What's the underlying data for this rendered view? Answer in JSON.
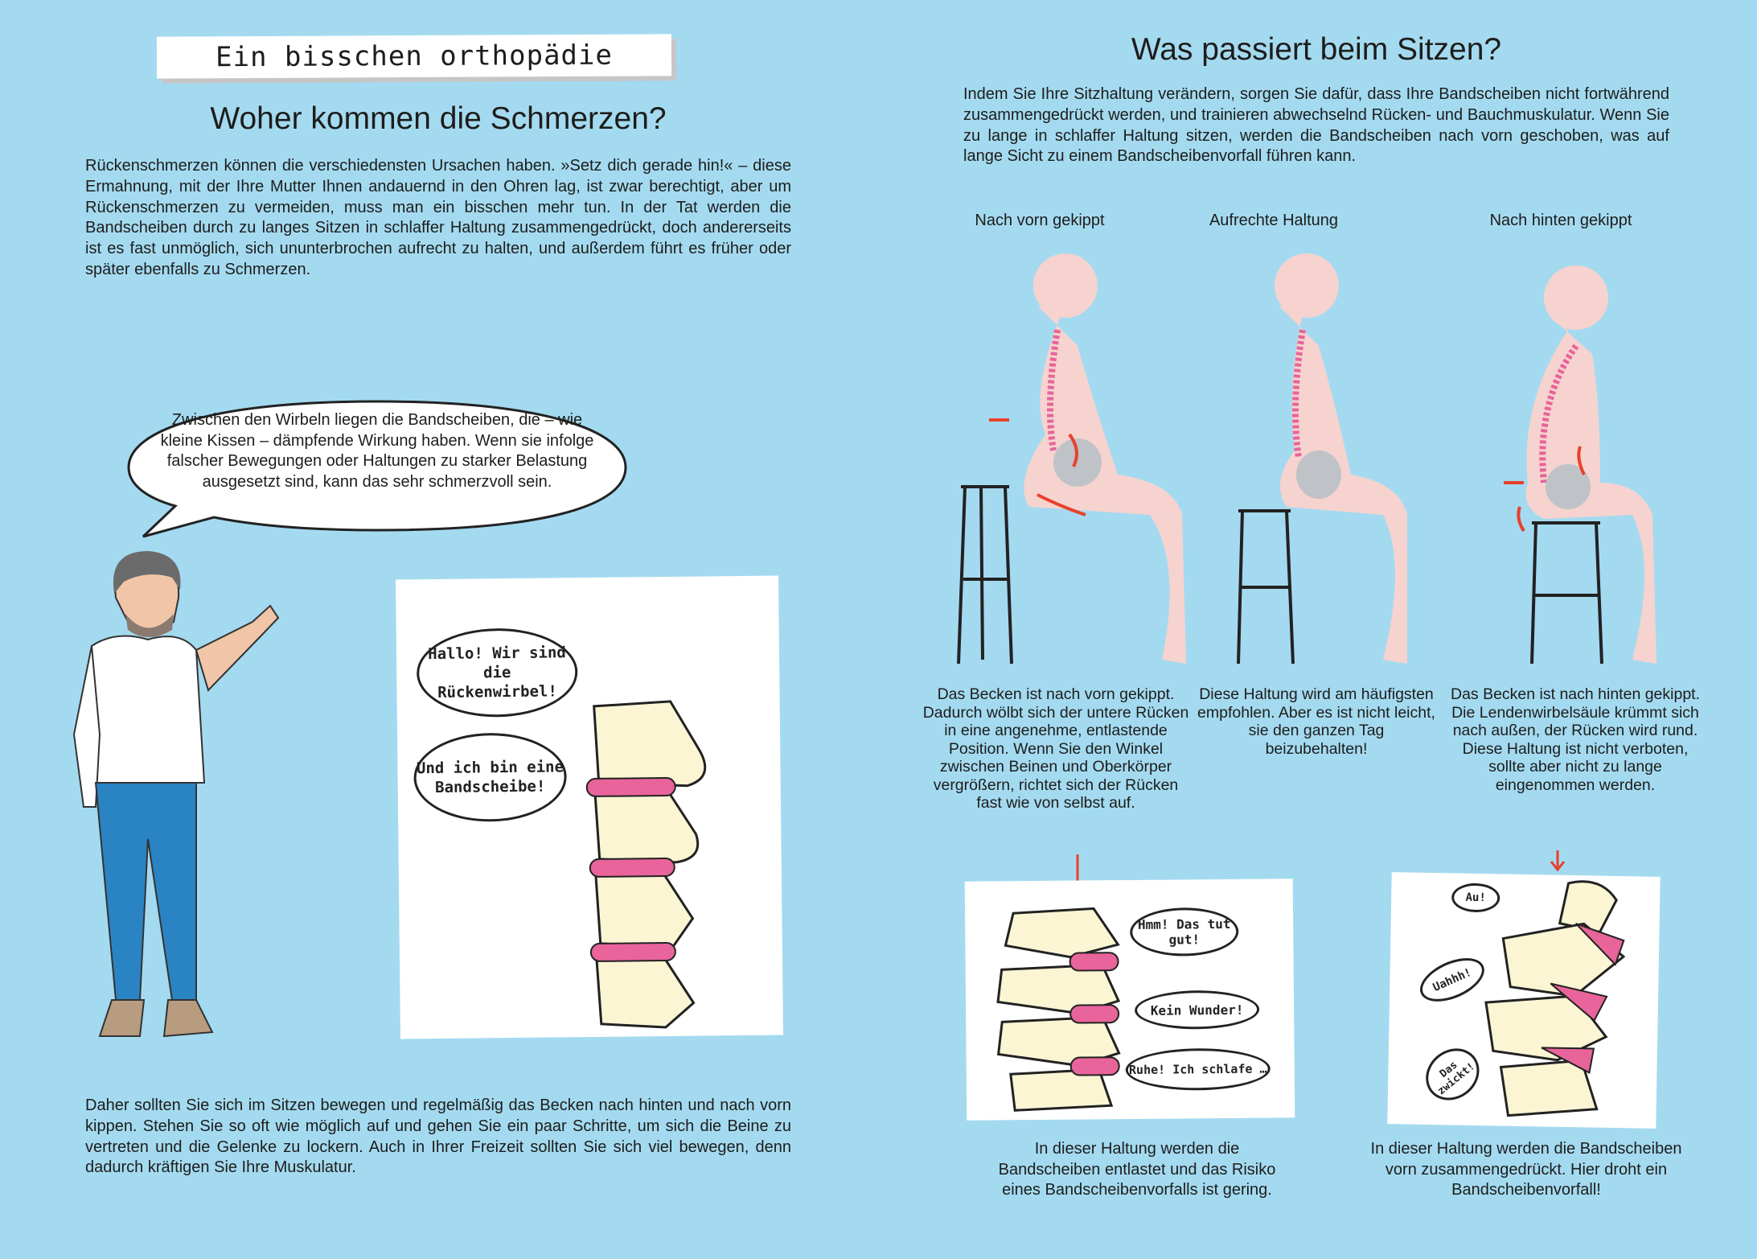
{
  "left_page": {
    "section_banner": "Ein bisschen orthopädie",
    "title": "Woher kommen die Schmerzen?",
    "intro": "Rückenschmerzen können die verschiedensten Ursachen haben. »Setz dich gerade hin!« – diese Ermahnung, mit der Ihre Mutter Ihnen andauernd in den Ohren lag, ist zwar berechtigt, aber um Rückenschmerzen zu vermeiden, muss man ein bisschen mehr tun. In der Tat werden die Bandscheiben durch zu langes Sitzen in schlaffer Haltung zusammengedrückt, doch andererseits ist es fast unmöglich, sich ununterbrochen aufrecht zu halten, und außerdem führt es früher oder später ebenfalls zu Schmerzen.",
    "doctor_speech": "Zwischen den Wirbeln liegen die Bandscheiben, die – wie kleine Kissen – dämpfende Wirkung haben. Wenn sie infolge falscher Bewegungen oder Haltungen zu starker Belastung ausgesetzt sind, kann das sehr schmerzvoll sein.",
    "comic": {
      "vertebra_speech": "Hallo! Wir sind die Rückenwirbel!",
      "disc_speech": "Und ich bin eine Bandscheibe!"
    },
    "conclusion": "Daher sollten Sie sich im Sitzen bewegen und regelmäßig das Becken nach hinten und nach vorn kippen. Stehen Sie so oft wie möglich auf und gehen Sie ein paar Schritte, um sich die Beine zu vertreten und die Gelenke zu lockern. Auch in Ihrer Freizeit sollten Sie sich viel bewegen, denn dadurch kräftigen Sie Ihre Muskulatur."
  },
  "right_page": {
    "title": "Was passiert beim Sitzen?",
    "intro": "Indem Sie Ihre Sitzhaltung verändern, sorgen Sie dafür, dass Ihre Bandscheiben nicht fortwährend zusammengedrückt werden, und trainieren abwechselnd Rücken- und Bauchmuskulatur. Wenn Sie zu lange in schlaffer Haltung sitzen, werden die Bandscheiben nach vorn geschoben, was auf lange Sicht zu einem Bandscheibenvorfall führen kann.",
    "postures": [
      {
        "label": "Nach vorn gekippt",
        "caption": "Das Becken ist nach vorn gekippt. Dadurch wölbt sich der untere Rücken in eine angenehme, entlastende Position. Wenn Sie den Winkel zwischen Beinen und Oberkörper vergrößern, richtet sich der Rücken fast wie von selbst auf."
      },
      {
        "label": "Aufrechte Haltung",
        "caption": "Diese Haltung wird am häufigsten empfohlen. Aber es ist nicht leicht, sie den ganzen Tag beizubehalten!"
      },
      {
        "label": "Nach hinten gekippt",
        "caption": "Das Becken ist nach hinten gekippt. Die Lendenwirbelsäule krümmt sich nach außen, der Rücken wird rund. Diese Haltung ist nicht verboten, sollte aber nicht zu lange eingenommen werden."
      }
    ],
    "comic_relaxed": {
      "speech": [
        "Hmm! Das tut gut!",
        "Kein Wunder!",
        "Ruhe! Ich schlafe …"
      ],
      "caption": "In dieser Haltung werden die Bandscheiben entlastet und das Risiko eines Bandscheibenvorfalls ist gering."
    },
    "comic_compressed": {
      "speech": [
        "Au!",
        "Uahhh!",
        "Das zwickt!"
      ],
      "caption": "In dieser Haltung werden die Bandscheiben vorn zusammengedrückt. Hier droht ein Bandscheibenvorfall!"
    }
  },
  "colors": {
    "background": "#a4daf0",
    "body": "#f6d3cf",
    "spine": "#e8649a",
    "bone": "#fbf5d3",
    "arrow": "#e8412b"
  }
}
